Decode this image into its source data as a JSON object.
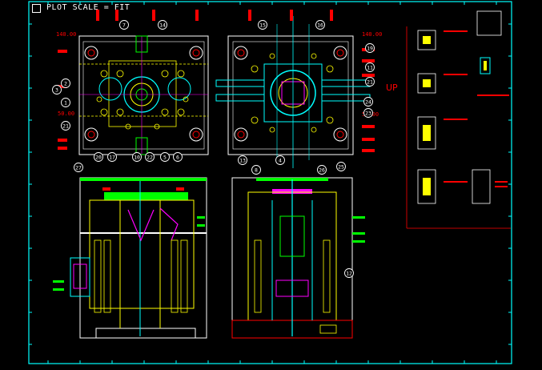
{
  "header": {
    "plot_scale": "PLOT SCALE = FIT"
  },
  "annotations": {
    "dim_left_top": "140.00",
    "dim_right_top": "140.00",
    "dim_left_mid": "50.00",
    "dim_right_mid": "50.00",
    "up_text": "UP"
  },
  "balloons": {
    "top_left": [
      "7",
      "14",
      "3",
      "2",
      "1",
      "21",
      "20",
      "17",
      "10",
      "22",
      "5",
      "6"
    ],
    "top_right": [
      "15",
      "16",
      "19",
      "11",
      "21",
      "24",
      "23",
      "13",
      "4"
    ],
    "bottom_left": [
      "27"
    ],
    "bottom_right": [
      "8",
      "26",
      "25",
      "12"
    ]
  },
  "colors": {
    "background": "#000000",
    "frame": "#00ffff",
    "plate": "#ffffff",
    "cavity": "#ffff00",
    "dimension": "#ff0000",
    "water": "#00ffff",
    "ejector": "#00ff00",
    "slide": "#ff00ff"
  }
}
